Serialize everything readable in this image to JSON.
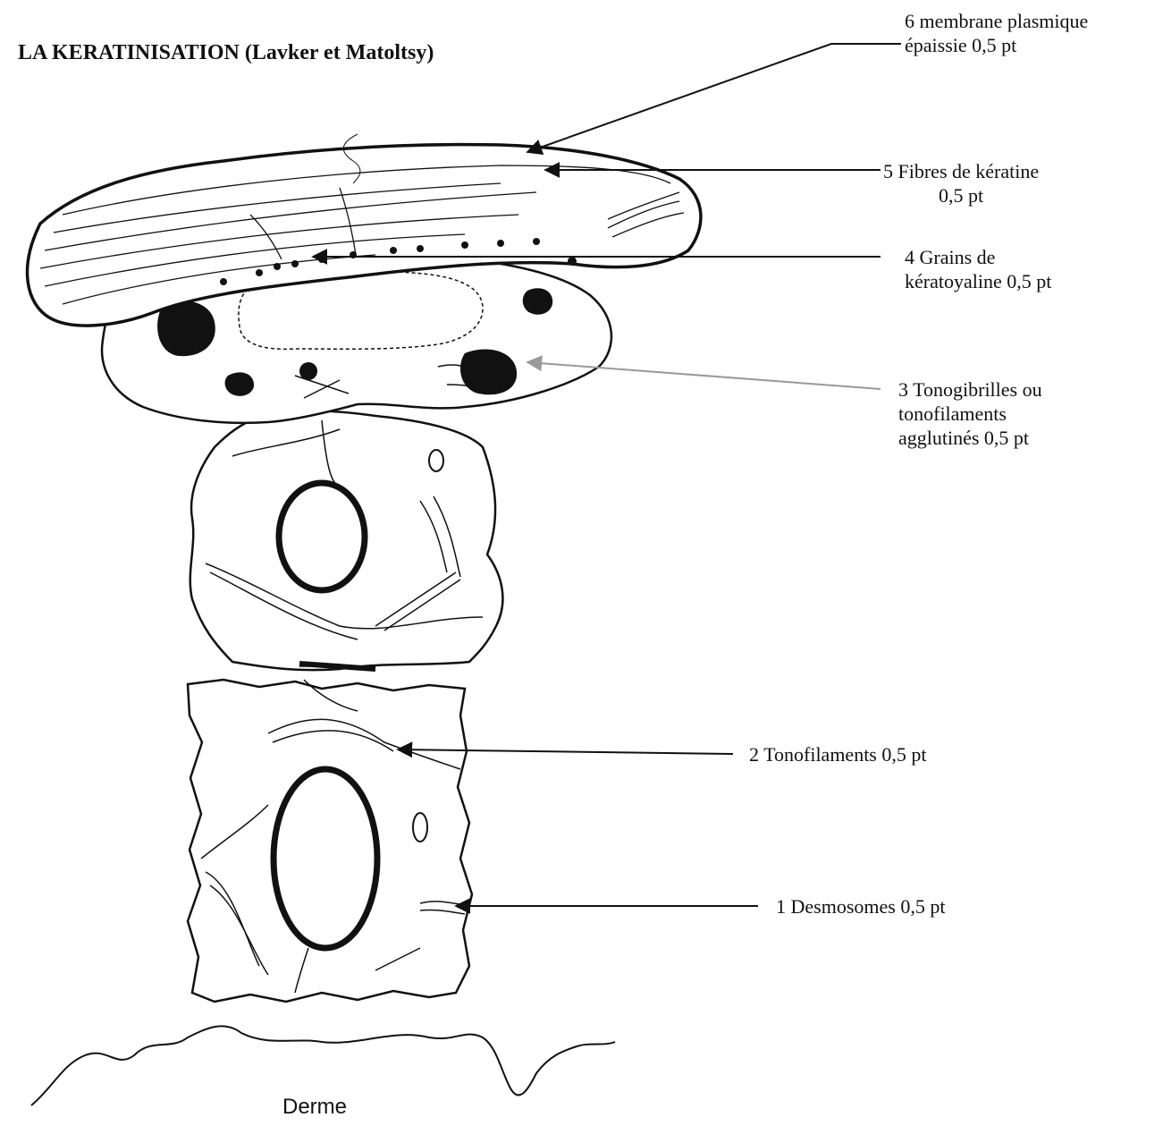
{
  "title": "LA KERATINISATION (Lavker et Matoltsy)",
  "labels": [
    {
      "number": "6",
      "lines": [
        "6 membrane plasmique",
        "épaissie 0,5 pt"
      ]
    },
    {
      "number": "5",
      "lines": [
        "5 Fibres de kératine",
        "0,5 pt"
      ]
    },
    {
      "number": "4",
      "lines": [
        "4 Grains de",
        "kératoyaline 0,5 pt"
      ]
    },
    {
      "number": "3",
      "lines": [
        "3 Tonogibrilles ou",
        "tonofilaments",
        "agglutinés  0,5 pt"
      ]
    },
    {
      "number": "2",
      "lines": [
        "2 Tonofilaments  0,5 pt"
      ]
    },
    {
      "number": "1",
      "lines": [
        "1 Desmosomes  0,5 pt"
      ]
    }
  ],
  "derme": "Derme"
}
